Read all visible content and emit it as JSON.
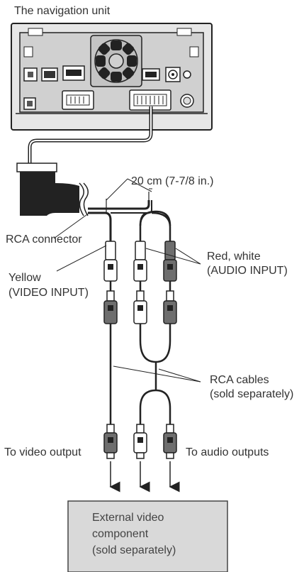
{
  "title": "The navigation unit",
  "labels": {
    "cable_length": "20 cm (7-7/8 in.)",
    "rca_connector": "RCA connector",
    "red_white_line1": "Red, white",
    "red_white_line2": "(AUDIO INPUT)",
    "yellow_line1": "Yellow",
    "yellow_line2": "(VIDEO INPUT)",
    "rca_cables_line1": "RCA cables",
    "rca_cables_line2": "(sold separately)",
    "to_video_output": "To video output",
    "to_audio_outputs": "To audio outputs"
  },
  "external_component": {
    "line1": "External video",
    "line2": "component",
    "line3": "(sold separately)"
  },
  "colors": {
    "line": "#222222",
    "unit_fill": "#e6e6e6",
    "plug_light": "#ffffff",
    "plug_dark": "#6e6e6e",
    "box_fill": "#d9d9d9"
  }
}
